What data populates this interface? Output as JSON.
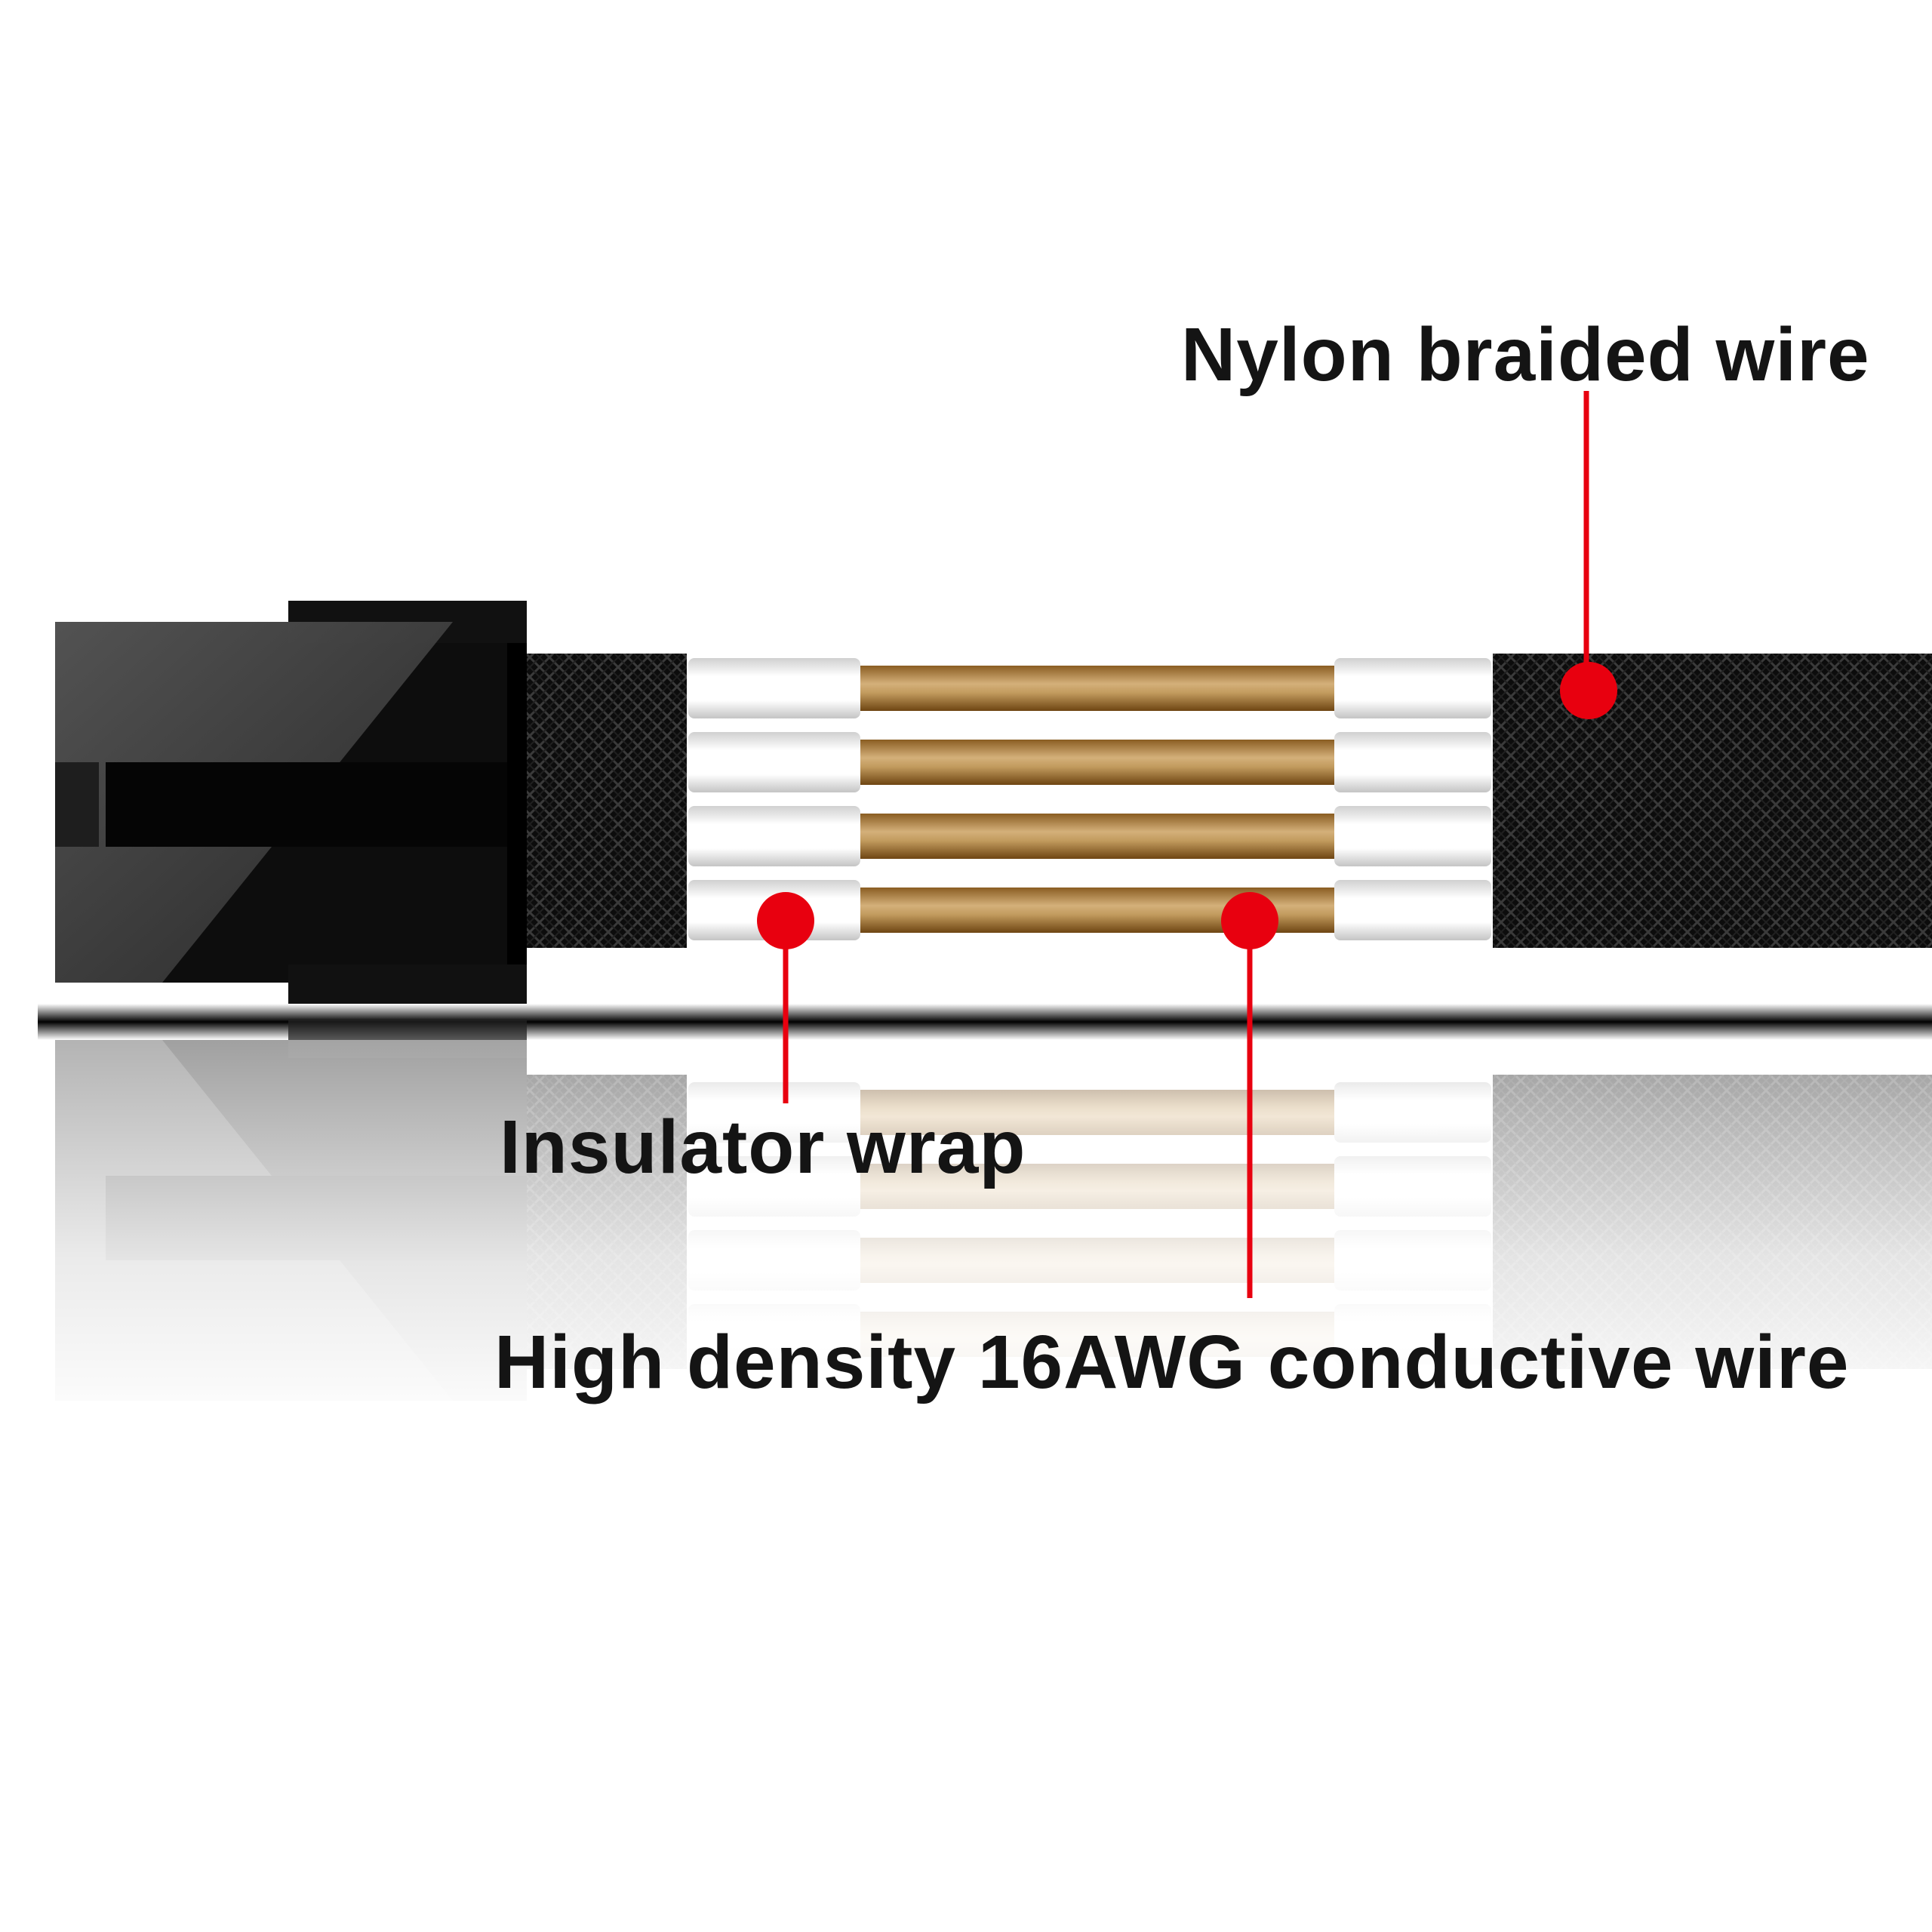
{
  "colors": {
    "background": "#ffffff",
    "connector": "#0d0d0d",
    "braid": "#111111",
    "insulator": "#f4f4f4",
    "conductor": "#a77a3c",
    "callout": "#e8000f",
    "text": "#141414"
  },
  "callouts": {
    "nylon": {
      "label": "Nylon braided wire"
    },
    "insulator": {
      "label": "Insulator wrap"
    },
    "conductive": {
      "label": "High density 16AWG conductive wire"
    }
  }
}
